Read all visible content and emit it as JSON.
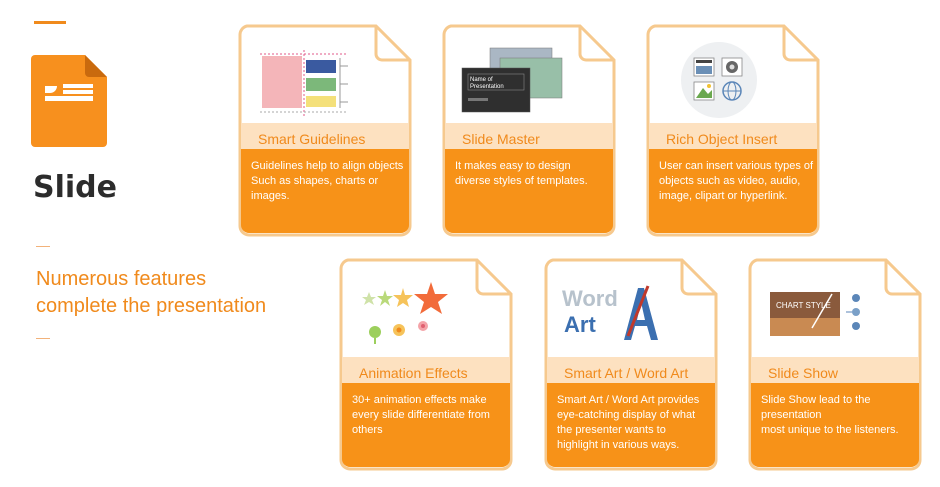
{
  "app": {
    "name": "Slide",
    "tagline": [
      "Numerous features",
      "complete the presentation"
    ]
  },
  "colors": {
    "accent": "#f08a1c",
    "card_border": "#f6c98e",
    "card_title_band": "#fde1c0",
    "card_body": "#f79218"
  },
  "cards": [
    {
      "title": "Smart Guidelines",
      "icon": "guidelines-thumbnail",
      "desc": [
        "Guidelines help to align objects",
        "Such as shapes, charts or",
        "images."
      ]
    },
    {
      "title": "Slide Master",
      "icon": "slide-master-thumbnail",
      "thumb_text": [
        "Name of",
        "Presentation"
      ],
      "desc": [
        "It makes easy to design",
        "diverse styles of templates."
      ]
    },
    {
      "title": "Rich Object Insert",
      "icon": "rich-object-thumbnail",
      "desc": [
        "User can insert various types of",
        "objects such as video, audio,",
        "image, clipart or hyperlink."
      ]
    },
    {
      "title": "Animation Effects",
      "icon": "animation-thumbnail",
      "desc": [
        "30+ animation effects make",
        "every slide differentiate from",
        "others"
      ]
    },
    {
      "title": "Smart Art / Word Art",
      "icon": "word-art-thumbnail",
      "thumb_text": [
        "Word",
        "Art"
      ],
      "desc": [
        "Smart Art / Word Art provides",
        "eye-catching display of what",
        "the presenter wants to",
        "highlight  in various ways."
      ]
    },
    {
      "title": "Slide Show",
      "icon": "slide-show-thumbnail",
      "thumb_text": [
        "CHART STYLE"
      ],
      "desc": [
        "Slide Show lead to the",
        "presentation",
        " most unique to the listeners."
      ]
    }
  ]
}
